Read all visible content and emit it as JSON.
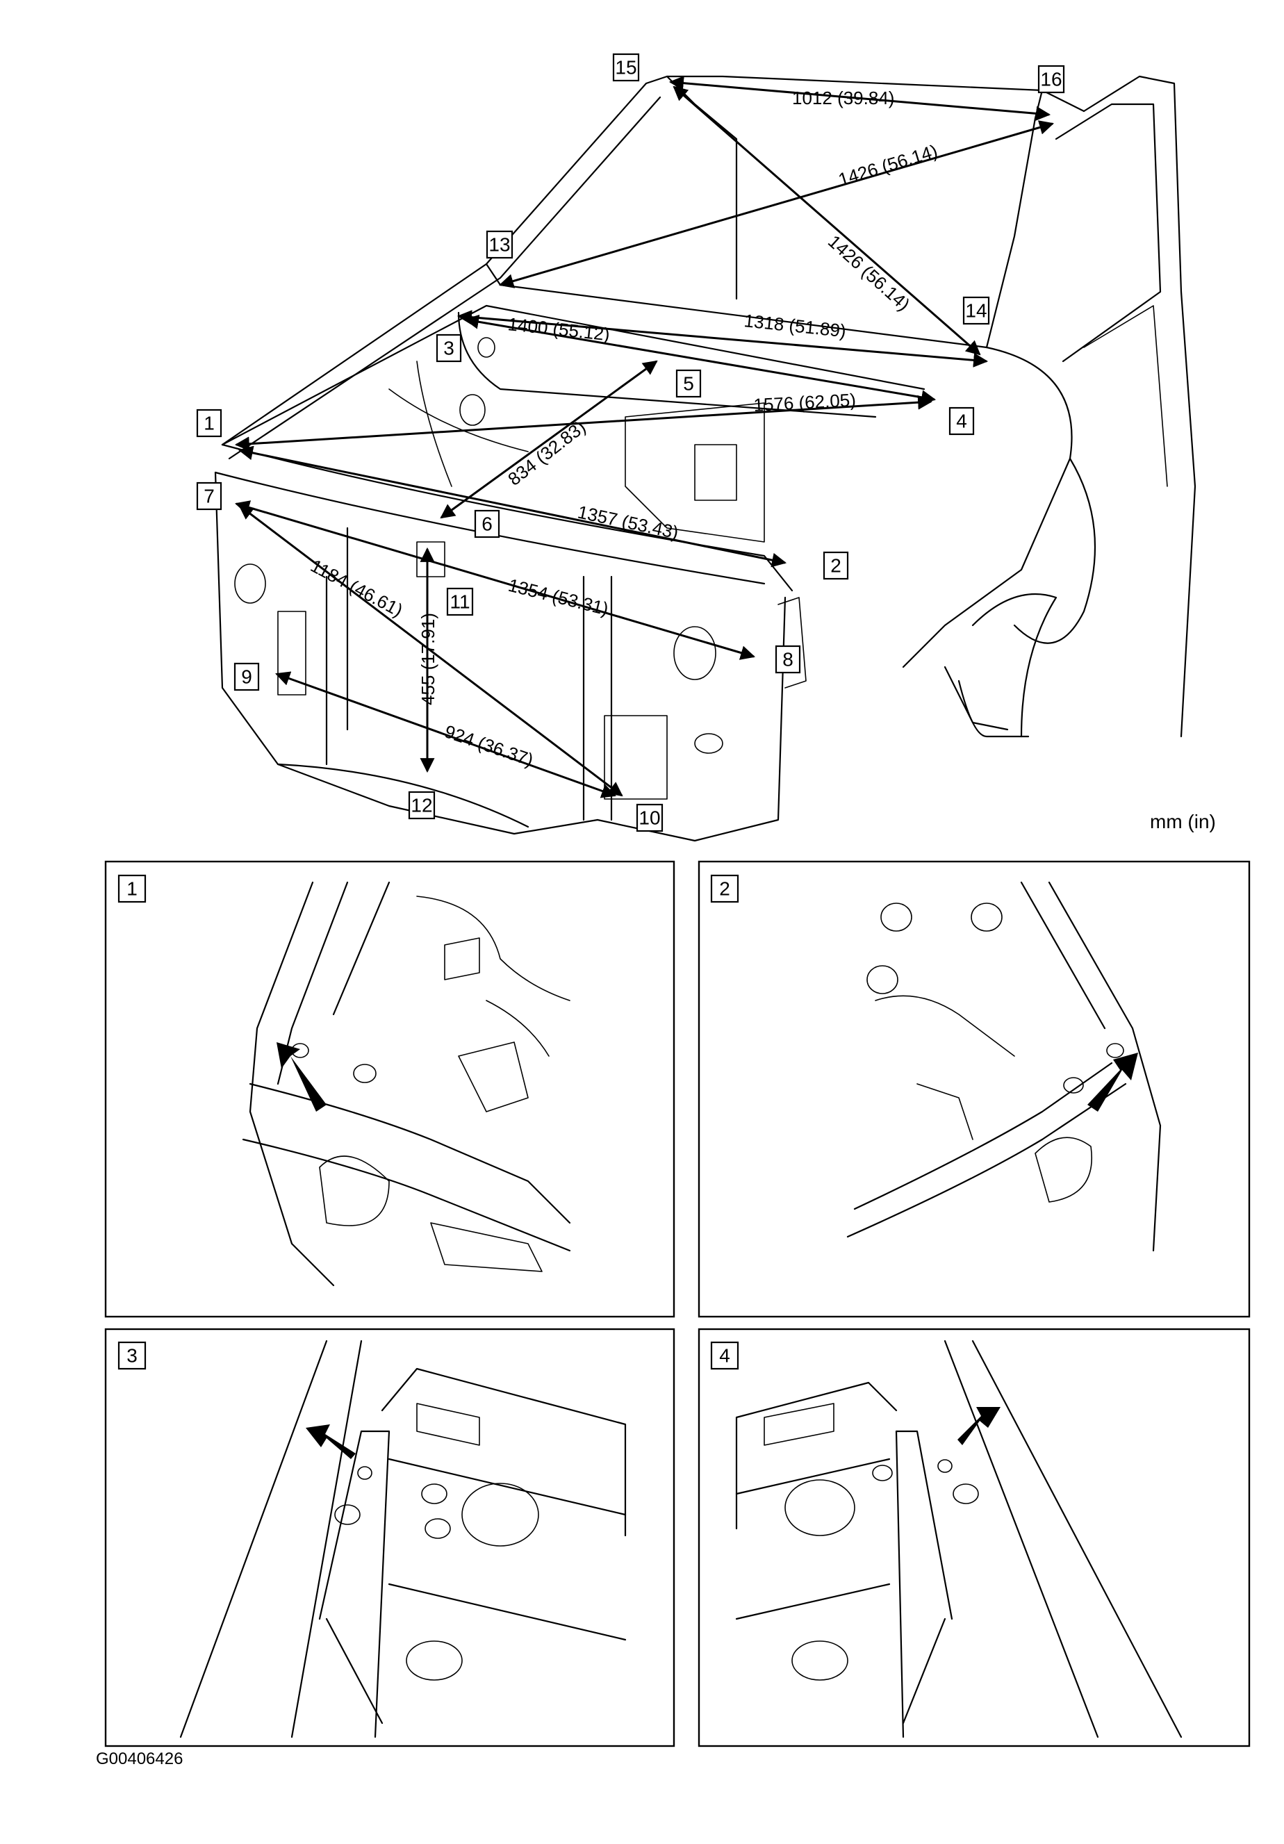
{
  "unit_label": "mm (in)",
  "figure_code": "G00406426",
  "callouts": {
    "c1": "1",
    "c2": "2",
    "c3": "3",
    "c4": "4",
    "c5": "5",
    "c6": "6",
    "c7": "7",
    "c8": "8",
    "c9": "9",
    "c10": "10",
    "c11": "11",
    "c12": "12",
    "c13": "13",
    "c14": "14",
    "c15": "15",
    "c16": "16"
  },
  "dimensions": {
    "d15_16": "1012 (39.84)",
    "d13_16": "1426 (56.14)",
    "d15_14": "1426 (56.14)",
    "d3_14": "1318 (51.89)",
    "d13_4": "1400 (55.12)",
    "d1_4": "1576 (62.05)",
    "d6_5": "834 (32.83)",
    "d1_2": "1357 (53.43)",
    "d7_8": "1354 (53.31)",
    "d7_10": "1184 (46.61)",
    "d11_12": "455 (17.91)",
    "d9_10": "924 (36.37)"
  },
  "detail_panels": {
    "p1": "1",
    "p2": "2",
    "p3": "3",
    "p4": "4"
  }
}
